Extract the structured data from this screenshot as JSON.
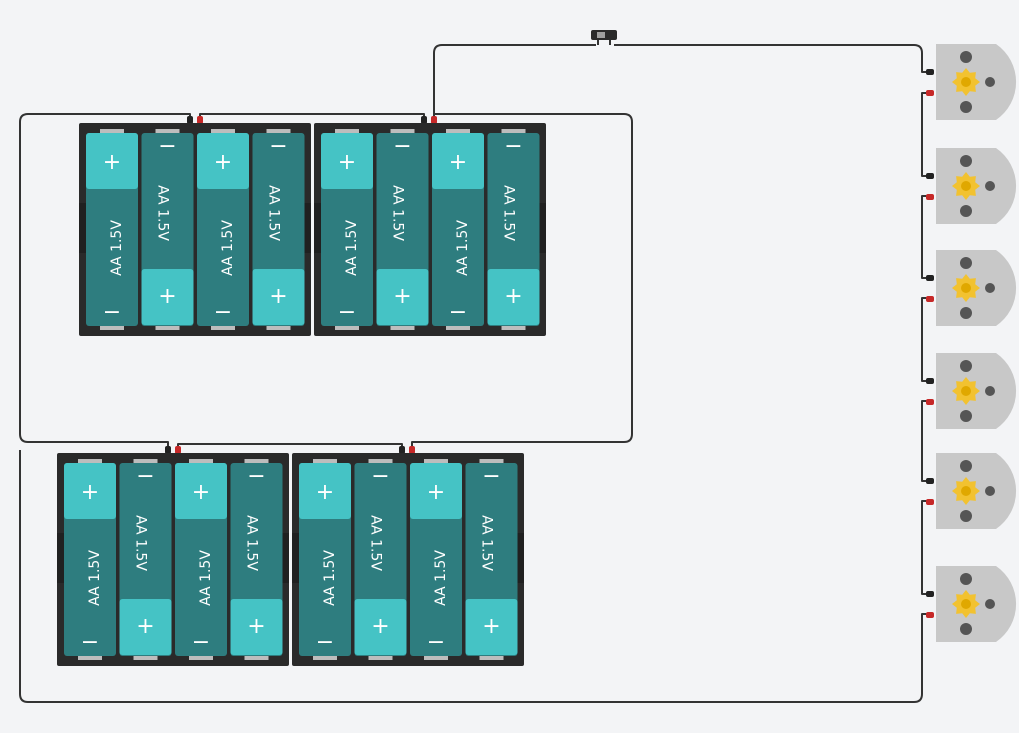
{
  "circuit": {
    "switch": {
      "icon": "slide-switch-icon",
      "state": "off"
    },
    "battery_packs": [
      {
        "cells": [
          {
            "label": "AA 1.5V",
            "top": "+",
            "bottom": "−"
          },
          {
            "label": "AA 1.5V",
            "top": "−",
            "bottom": "+"
          },
          {
            "label": "AA 1.5V",
            "top": "+",
            "bottom": "−"
          },
          {
            "label": "AA 1.5V",
            "top": "−",
            "bottom": "+"
          }
        ]
      },
      {
        "cells": [
          {
            "label": "AA 1.5V",
            "top": "+",
            "bottom": "−"
          },
          {
            "label": "AA 1.5V",
            "top": "−",
            "bottom": "+"
          },
          {
            "label": "AA 1.5V",
            "top": "+",
            "bottom": "−"
          },
          {
            "label": "AA 1.5V",
            "top": "−",
            "bottom": "+"
          }
        ]
      },
      {
        "cells": [
          {
            "label": "AA 1.5V",
            "top": "+",
            "bottom": "−"
          },
          {
            "label": "AA 1.5V",
            "top": "−",
            "bottom": "+"
          },
          {
            "label": "AA 1.5V",
            "top": "+",
            "bottom": "−"
          },
          {
            "label": "AA 1.5V",
            "top": "−",
            "bottom": "+"
          }
        ]
      },
      {
        "cells": [
          {
            "label": "AA 1.5V",
            "top": "+",
            "bottom": "−"
          },
          {
            "label": "AA 1.5V",
            "top": "−",
            "bottom": "+"
          },
          {
            "label": "AA 1.5V",
            "top": "+",
            "bottom": "−"
          },
          {
            "label": "AA 1.5V",
            "top": "−",
            "bottom": "+"
          }
        ]
      }
    ],
    "motors": [
      {
        "icon": "dc-motor-icon"
      },
      {
        "icon": "dc-motor-icon"
      },
      {
        "icon": "dc-motor-icon"
      },
      {
        "icon": "dc-motor-icon"
      },
      {
        "icon": "dc-motor-icon"
      },
      {
        "icon": "dc-motor-icon"
      }
    ],
    "colors": {
      "cell_body": "#2e7d7f",
      "cell_cap": "#45c3c5",
      "holder": "#2a2a2a",
      "wire": "#333333",
      "terminal_red": "#c62828",
      "motor_body": "#c8c8c8",
      "motor_shaft": "#f2c230"
    }
  }
}
